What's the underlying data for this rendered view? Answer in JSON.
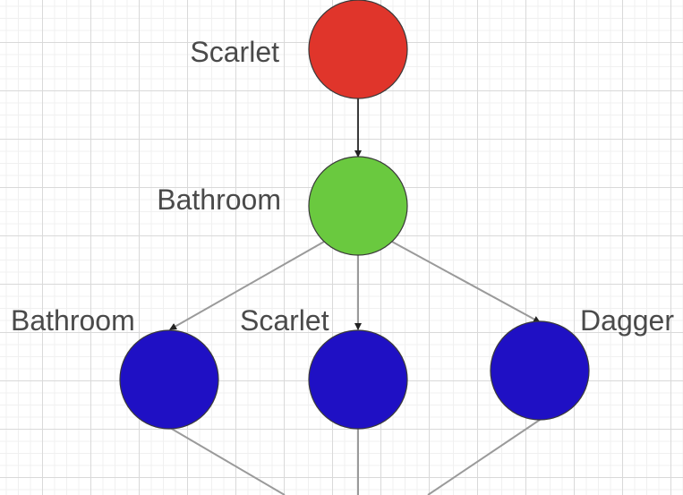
{
  "nodes": {
    "root": {
      "label": "Scarlet",
      "color": "#e0352b"
    },
    "middle": {
      "label": "Bathroom",
      "color": "#6ac93f"
    },
    "left": {
      "label": "Bathroom",
      "color": "#1f10c4"
    },
    "center": {
      "label": "Scarlet",
      "color": "#1f10c4"
    },
    "right": {
      "label": "Dagger",
      "color": "#1f10c4"
    }
  },
  "colors": {
    "edge_dark": "#3a3a3a",
    "edge_light": "#9a9a9a"
  }
}
